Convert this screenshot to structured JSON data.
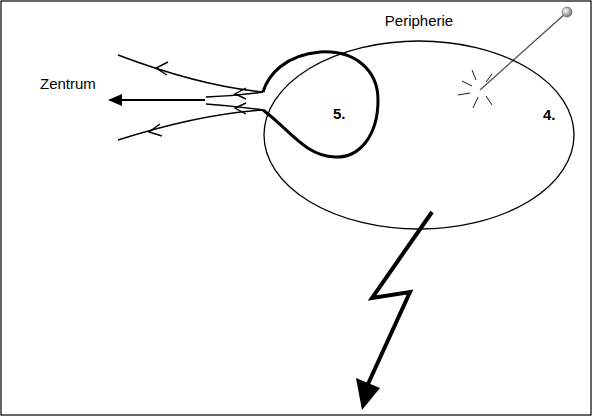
{
  "diagram": {
    "nodes": [
      {
        "text": [
          "Peripherie"
        ]
      },
      {
        "text": [
          "5."
        ],
        "in": 0
      }
    ],
    "labels": [
      "Zentrum",
      "4."
    ]
  }
}
